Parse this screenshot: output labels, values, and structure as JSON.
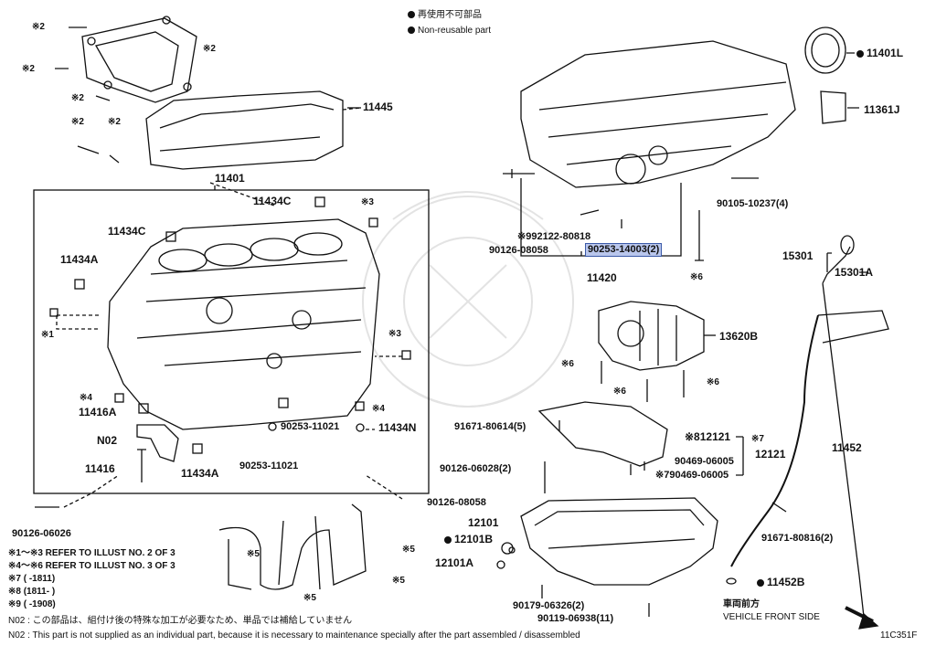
{
  "legend": {
    "jp": "再使用不可部品",
    "en": "Non-reusable part"
  },
  "labels": {
    "l11445": "11445",
    "l11401": "11401",
    "l11434C_a": "11434C",
    "l11434C_b": "11434C",
    "l11434A_a": "11434A",
    "l11434A_b": "11434A",
    "l11416A": "11416A",
    "l11416": "11416",
    "l11434N": "11434N",
    "lN02": "N02",
    "l90253_11021_a": "90253-11021",
    "l90253_11021_b": "90253-11021",
    "l90126_06026": "90126-06026",
    "l90126_08058_a": "90126-08058",
    "l90126_08058_b": "90126-08058",
    "l92122_80818": "※992122-80818",
    "l90253_14003": "90253-14003(2)",
    "l11420": "11420",
    "l11401L": "11401L",
    "l11361J": "11361J",
    "l90105_10237": "90105-10237(4)",
    "l15301": "15301",
    "l15301A": "15301A",
    "l13620B": "13620B",
    "l91671_80614": "91671-80614(5)",
    "l12121_a": "※812121",
    "l12121_b": "12121",
    "l90469_06005_a": "90469-06005",
    "l90469_06005_b": "※790469-06005",
    "l11452": "11452",
    "l90126_06028": "90126-06028(2)",
    "l12101": "12101",
    "l12101B": "12101B",
    "l12101A": "12101A",
    "l91671_80816": "91671-80816(2)",
    "l11452B": "11452B",
    "l90179_06326": "90179-06326(2)",
    "l90119_06938": "90119-06938(11)"
  },
  "marks": {
    "m2a": "※2",
    "m2b": "※2",
    "m2c": "※2",
    "m2d": "※2",
    "m2e": "※2",
    "m2f": "※2",
    "m1": "※1",
    "m3a": "※3",
    "m3b": "※3",
    "m4a": "※4",
    "m4b": "※4",
    "m5a": "※5",
    "m5b": "※5",
    "m5c": "※5",
    "m5d": "※5",
    "m6a": "※6",
    "m6b": "※6",
    "m6c": "※6",
    "m6d": "※6",
    "m7": "※7"
  },
  "notes": [
    "※1～※3  REFER TO ILLUST NO. 2 OF 3",
    "※4～※6  REFER TO ILLUST NO. 3 OF 3",
    "※7 (      -1811)",
    "※8 (1811-      )",
    "※9 (      -1908)"
  ],
  "footnotes": {
    "jp": "N02 : この部品は、組付け後の特殊な加工が必要なため、単品では補給していません",
    "en": "N02 : This part is not supplied as an individual part, because it is necessary to maintenance specially after the part assembled / disassembled"
  },
  "direction": {
    "jp": "車両前方",
    "en": "VEHICLE FRONT SIDE"
  },
  "illust_code": "11C351F",
  "colors": {
    "highlight_bg": "#b9c6ec",
    "highlight_border": "#3b5aa8",
    "line": "#111111"
  }
}
